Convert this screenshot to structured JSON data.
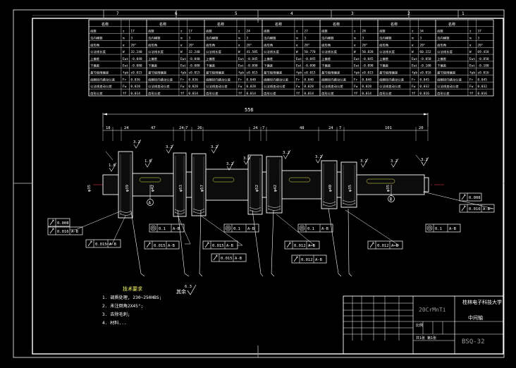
{
  "zone_numbers_top": [
    "7",
    "6",
    "5",
    "4",
    "3",
    "2",
    "1"
  ],
  "parameter_table": {
    "columns": [
      {
        "header": "名称",
        "rows": [
          "齿数",
          "法向模数",
          "齿形角",
          "公法线长度",
          "上偏差",
          "下偏差",
          "基节极限偏差",
          "齿圈径向跳动公差",
          "公法线变动公差",
          "齿形公差"
        ],
        "sym": [
          "z",
          "m",
          "α",
          "W",
          "Ews",
          "Ewi",
          "fpb",
          "Fr",
          "Fw",
          "ff"
        ],
        "val": [
          "17",
          "3",
          "20°",
          "32.240",
          "-0.040",
          "-0.080",
          "±0.015",
          "0.036",
          "0.028",
          "0.014"
        ]
      },
      {
        "header": "名称",
        "rows": [
          "齿数",
          "法向模数",
          "齿形角",
          "公法线长度",
          "上偏差",
          "下偏差",
          "基节极限偏差",
          "齿圈径向跳动公差",
          "公法线变动公差",
          "齿形公差"
        ],
        "sym": [
          "z",
          "m",
          "α",
          "W",
          "Ews",
          "Ewi",
          "fpb",
          "Fr",
          "Fw",
          "ff"
        ],
        "val": [
          "17",
          "3",
          "20°",
          "32.240",
          "-0.040",
          "-0.080",
          "±0.015",
          "0.036",
          "0.028",
          "0.014"
        ]
      },
      {
        "header": "名称",
        "rows": [
          "齿数",
          "法向模数",
          "齿形角",
          "公法线长度",
          "上偏差",
          "下偏差",
          "基节极限偏差",
          "齿圈径向跳动公差",
          "公法线变动公差",
          "齿形公差"
        ],
        "sym": [
          "z",
          "m",
          "α",
          "W",
          "Ews",
          "Ewi",
          "fpb",
          "Fr",
          "Fw",
          "ff"
        ],
        "val": [
          "24",
          "3",
          "20°",
          "41.505",
          "-0.045",
          "-0.090",
          "±0.015",
          "0.040",
          "0.028",
          "0.014"
        ]
      },
      {
        "header": "名称",
        "rows": [
          "齿数",
          "法向模数",
          "齿形角",
          "公法线长度",
          "上偏差",
          "下偏差",
          "基节极限偏差",
          "齿圈径向跳动公差",
          "公法线变动公差",
          "齿形公差"
        ],
        "sym": [
          "z",
          "m",
          "α",
          "W",
          "Ews",
          "Ewi",
          "fpb",
          "Fr",
          "Fw",
          "ff"
        ],
        "val": [
          "27",
          "3",
          "20°",
          "50.770",
          "-0.045",
          "-0.090",
          "±0.015",
          "0.040",
          "0.028",
          "0.014"
        ]
      },
      {
        "header": "名称",
        "rows": [
          "齿数",
          "法向模数",
          "齿形角",
          "公法线长度",
          "上偏差",
          "下偏差",
          "基节极限偏差",
          "齿圈径向跳动公差",
          "公法线变动公差",
          "齿形公差"
        ],
        "sym": [
          "z",
          "m",
          "α",
          "W",
          "Ews",
          "Ewi",
          "fpb",
          "Fr",
          "Fw",
          "ff"
        ],
        "val": [
          "28",
          "3",
          "20°",
          "50.828",
          "-0.045",
          "-0.090",
          "±0.015",
          "0.040",
          "0.028",
          "0.014"
        ]
      },
      {
        "header": "名称",
        "rows": [
          "齿数",
          "法向模数",
          "齿形角",
          "公法线长度",
          "上偏差",
          "下偏差",
          "基节极限偏差",
          "齿圈径向跳动公差",
          "公法线变动公差",
          "齿形公差"
        ],
        "sym": [
          "z",
          "m",
          "α",
          "W",
          "Ews",
          "Ewi",
          "fpb",
          "Fr",
          "Fw",
          "ff"
        ],
        "val": [
          "34",
          "3",
          "20°",
          "60.152",
          "-0.050",
          "-0.100",
          "±0.016",
          "0.045",
          "0.032",
          "0.016"
        ]
      },
      {
        "header": "名称",
        "rows": [
          "齿数",
          "法向模数",
          "齿形角",
          "公法线长度",
          "上偏差",
          "下偏差",
          "基节极限偏差",
          "齿圈径向跳动公差",
          "公法线变动公差",
          "齿形公差"
        ],
        "sym": [
          "z",
          "m",
          "α",
          "W",
          "Ews",
          "Ewi",
          "fpb",
          "Fr",
          "Fw",
          "ff"
        ],
        "val": [
          "37",
          "3",
          "20°",
          "69.418",
          "-0.050",
          "-0.100",
          "±0.016",
          "0.045",
          "0.032",
          "0.016"
        ]
      }
    ]
  },
  "dimensions": {
    "overall": "556",
    "segments": [
      "18",
      "24",
      "47",
      "24",
      "7",
      "26",
      "24",
      "7",
      "48",
      "24",
      "7",
      "101",
      "20"
    ]
  },
  "diameters": [
    "φ35",
    "φ39",
    "φ42",
    "φ53",
    "φ57",
    "φ52",
    "φ42",
    "φ40",
    "φ35",
    "φ35"
  ],
  "roughness": [
    "3.2",
    "3.2",
    "3.2",
    "3.2",
    "3.2",
    "3.2",
    "3.2",
    "3.2",
    "3.2",
    "3.2",
    "1.6",
    "1.6"
  ],
  "datum_labels": [
    "A",
    "B"
  ],
  "gdt_frames": [
    {
      "symbol": "/",
      "value": "0.008",
      "datum": ""
    },
    {
      "symbol": "/",
      "value": "0.016",
      "datum": "A-B"
    },
    {
      "symbol": "/",
      "value": "0.015",
      "datum": "A-B"
    },
    {
      "symbol": "◎",
      "value": "0.1",
      "datum": "A-B"
    },
    {
      "symbol": "/",
      "value": "0.015",
      "datum": "A-B"
    },
    {
      "symbol": "◎",
      "value": "0.1",
      "datum": "A-B"
    },
    {
      "symbol": "/",
      "value": "0.015",
      "datum": "A-B"
    },
    {
      "symbol": "/",
      "value": "0.015",
      "datum": "A-B"
    },
    {
      "symbol": "◎",
      "value": "0.1",
      "datum": "A-B"
    },
    {
      "symbol": "/",
      "value": "0.012",
      "datum": "A-B"
    },
    {
      "symbol": "/",
      "value": "0.012",
      "datum": "A-B"
    },
    {
      "symbol": "/",
      "value": "0.012",
      "datum": "A-B"
    },
    {
      "symbol": "◎",
      "value": "0.1",
      "datum": "A-B"
    },
    {
      "symbol": "/",
      "value": "0.008",
      "datum": ""
    },
    {
      "symbol": "/",
      "value": "0.016",
      "datum": "A-B"
    }
  ],
  "tech_requirements": {
    "title": "技术要求",
    "items": [
      "1. 调质处理, 230~250HBS;",
      "2. 未注倒角2X45°;",
      "3. 去除毛刺;",
      "4. 材料..."
    ]
  },
  "other_roughness_label": "其余",
  "other_roughness_value": "6.3",
  "title_block": {
    "school": "桂林电子科技大学",
    "material": "20CrMnTi",
    "part_name": "中间轴",
    "drawing_no": "BSQ-32",
    "scale_label": "比例",
    "sheet_label": "共1张 第1张"
  }
}
